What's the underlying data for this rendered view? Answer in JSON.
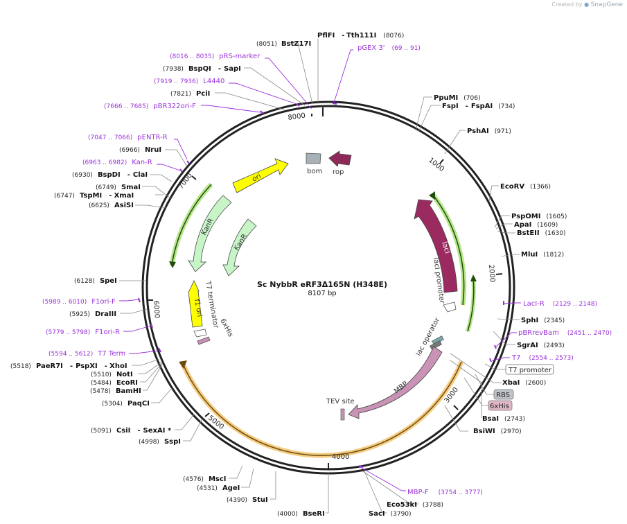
{
  "credit": {
    "created_by": "Created by",
    "brand": "SnapGene"
  },
  "title": {
    "name": "Sc NybbR eRF3Δ165N (H348E)",
    "length": "8107 bp"
  },
  "total_bp": 8107,
  "ticks": [
    "1000",
    "2000",
    "3000",
    "4000",
    "5000",
    "6000",
    "7000",
    "8000"
  ],
  "enzymes": [
    {
      "name": "BstZ17I",
      "pos": "(8051)",
      "side": "left"
    },
    {
      "name": "PflFI",
      "name2": "Tth111I",
      "pos": "(8076)",
      "side": "right"
    },
    {
      "name": "BspQI",
      "name2": "SapI",
      "pos": "(7938)",
      "side": "left"
    },
    {
      "name": "PciI",
      "pos": "(7821)",
      "side": "left"
    },
    {
      "name": "NruI",
      "pos": "(6966)",
      "side": "left"
    },
    {
      "name": "BspDI",
      "name2": "ClaI",
      "pos": "(6930)",
      "side": "left"
    },
    {
      "name": "SmaI",
      "pos": "(6749)",
      "side": "left"
    },
    {
      "name": "TspMI",
      "name2": "XmaI",
      "pos": "(6747)",
      "side": "left"
    },
    {
      "name": "AsiSI",
      "pos": "(6625)",
      "side": "left"
    },
    {
      "name": "SpeI",
      "pos": "(6128)",
      "side": "left"
    },
    {
      "name": "DraIII",
      "pos": "(5925)",
      "side": "left"
    },
    {
      "name": "PaeR7I",
      "name2": "PspXI",
      "name3": "XhoI",
      "pos": "(5518)",
      "side": "left"
    },
    {
      "name": "NotI",
      "pos": "(5510)",
      "side": "left"
    },
    {
      "name": "EcoRI",
      "pos": "(5484)",
      "side": "left"
    },
    {
      "name": "BamHI",
      "pos": "(5478)",
      "side": "left"
    },
    {
      "name": "PaqCI",
      "pos": "(5304)",
      "side": "left"
    },
    {
      "name": "CsiI",
      "name2": "SexAI *",
      "pos": "(5091)",
      "side": "left"
    },
    {
      "name": "SspI",
      "pos": "(4998)",
      "side": "left"
    },
    {
      "name": "MscI",
      "pos": "(4576)",
      "side": "left"
    },
    {
      "name": "AgeI",
      "pos": "(4531)",
      "side": "left"
    },
    {
      "name": "StuI",
      "pos": "(4390)",
      "side": "left"
    },
    {
      "name": "BseRI",
      "pos": "(4000)",
      "side": "left"
    },
    {
      "name": "SacI",
      "pos": "(3790)",
      "side": "left"
    },
    {
      "name": "Eco53kI",
      "pos": "(3788)",
      "side": "right"
    },
    {
      "name": "BsiWI",
      "pos": "(2970)",
      "side": "right"
    },
    {
      "name": "BsaI",
      "pos": "(2743)",
      "side": "right"
    },
    {
      "name": "XbaI",
      "pos": "(2600)",
      "side": "right"
    },
    {
      "name": "SgrAI",
      "pos": "(2493)",
      "side": "right"
    },
    {
      "name": "SphI",
      "pos": "(2345)",
      "side": "right"
    },
    {
      "name": "MluI",
      "pos": "(1812)",
      "side": "right"
    },
    {
      "name": "BstEII",
      "pos": "(1630)",
      "side": "right"
    },
    {
      "name": "ApaI",
      "pos": "(1609)",
      "side": "right"
    },
    {
      "name": "PspOMI",
      "pos": "(1605)",
      "side": "right"
    },
    {
      "name": "EcoRV",
      "pos": "(1366)",
      "side": "right"
    },
    {
      "name": "PshAI",
      "pos": "(971)",
      "side": "right"
    },
    {
      "name": "FspI",
      "name2": "FspAI",
      "pos": "(734)",
      "side": "right"
    },
    {
      "name": "PpuMI",
      "pos": "(706)",
      "side": "right"
    }
  ],
  "primers": [
    {
      "name": "pRS-marker",
      "pos": "(8016 .. 8035)"
    },
    {
      "name": "L4440",
      "pos": "(7919 .. 7936)"
    },
    {
      "name": "pBR322ori-F",
      "pos": "(7666 .. 7685)"
    },
    {
      "name": "pGEX 3'",
      "pos": "(69 .. 91)"
    },
    {
      "name": "pENTR-R",
      "pos": "(7047 .. 7066)"
    },
    {
      "name": "Kan-R",
      "pos": "(6963 .. 6982)"
    },
    {
      "name": "F1ori-F",
      "pos": "(5989 .. 6010)"
    },
    {
      "name": "F1ori-R",
      "pos": "(5779 .. 5798)"
    },
    {
      "name": "T7 Term",
      "pos": "(5594 .. 5612)"
    },
    {
      "name": "MBP-F",
      "pos": "(3754 .. 3777)"
    },
    {
      "name": "LacI-R",
      "pos": "(2129 .. 2148)"
    },
    {
      "name": "pBRrevBam",
      "pos": "(2451 .. 2470)"
    },
    {
      "name": "T7",
      "pos": "(2554 .. 2573)"
    }
  ],
  "boxed_labels": {
    "t7_promoter": "T7 promoter",
    "rbs": "RBS",
    "his": "6xHis"
  },
  "features": {
    "ori": "ori",
    "kanr": "KanR",
    "f1_ori": "f1 ori",
    "laci": "lacI",
    "mbp": "MBP",
    "bom": "bom",
    "rop": "rop",
    "laci_promoter": "lacI promoter",
    "lac_operator": "lac operator",
    "t7_terminator": "T7 terminator",
    "his_inner": "6xHis",
    "tev": "TEV site"
  },
  "colors": {
    "backbone": "#222222",
    "primer": "#9b30d9",
    "ori": "#ffff00",
    "kanr": "#c8f5c8",
    "f1_ori": "#ffff00",
    "laci": "#9b2a61",
    "mbp": "#c993b6",
    "rop": "#8e2a59",
    "bom": "#a8b0b8",
    "orf_arc": "#f2c36b",
    "orf_arc_green": "#b7e58a"
  }
}
